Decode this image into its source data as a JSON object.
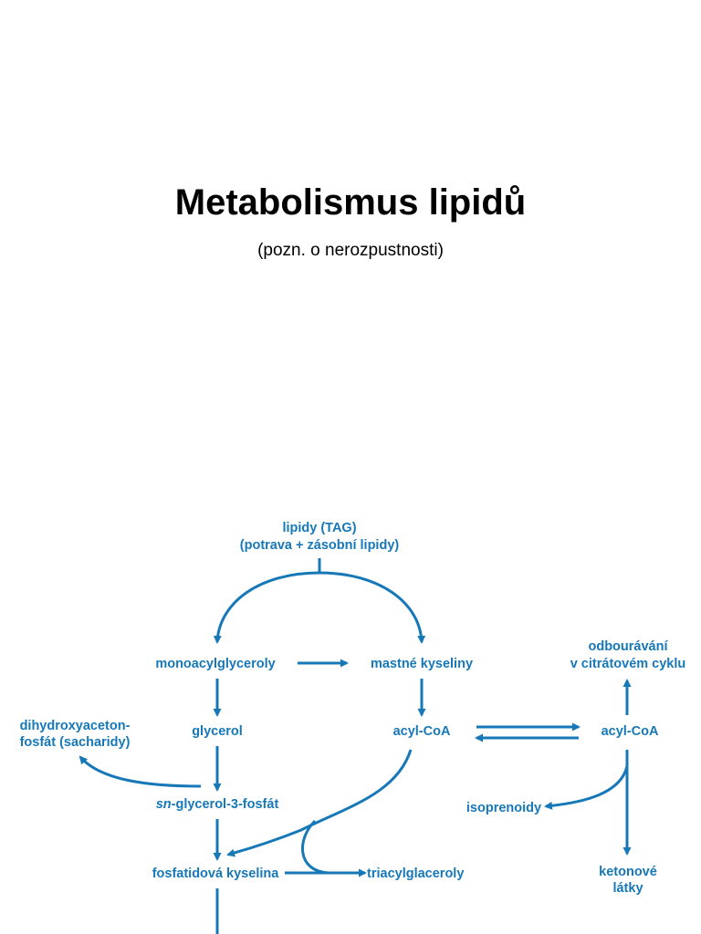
{
  "slide": {
    "title": "Metabolismus lipidů",
    "subtitle": "(pozn. o nerozpustnosti)"
  },
  "colors": {
    "diagram": "#1778b8",
    "text": "#000000"
  },
  "diagram": {
    "nodes": {
      "lipidy_line1": "lipidy (TAG)",
      "lipidy_line2": "(potrava + zásobní lipidy)",
      "monoacylglyceroly": "monoacylglyceroly",
      "mastne_kyseliny": "mastné kyseliny",
      "glycerol": "glycerol",
      "acyl_coa_left": "acyl-CoA",
      "acyl_coa_right": "acyl-CoA",
      "dhap_line1": "dihydroxyaceton-",
      "dhap_line2": "fosfát (sacharidy)",
      "g3p_prefix": "sn",
      "g3p_rest": "-glycerol-3-fosfát",
      "fosfatidova": "fosfatidová kyselina",
      "triacylglaceroly": "triacylglaceroly",
      "isoprenoidy": "isoprenoidy",
      "odbourávání_line1": "odbourávání",
      "odbourávání_line2": "v citrátovém cyklu",
      "ketonove_line1": "ketonové",
      "ketonove_line2": "látky"
    }
  }
}
